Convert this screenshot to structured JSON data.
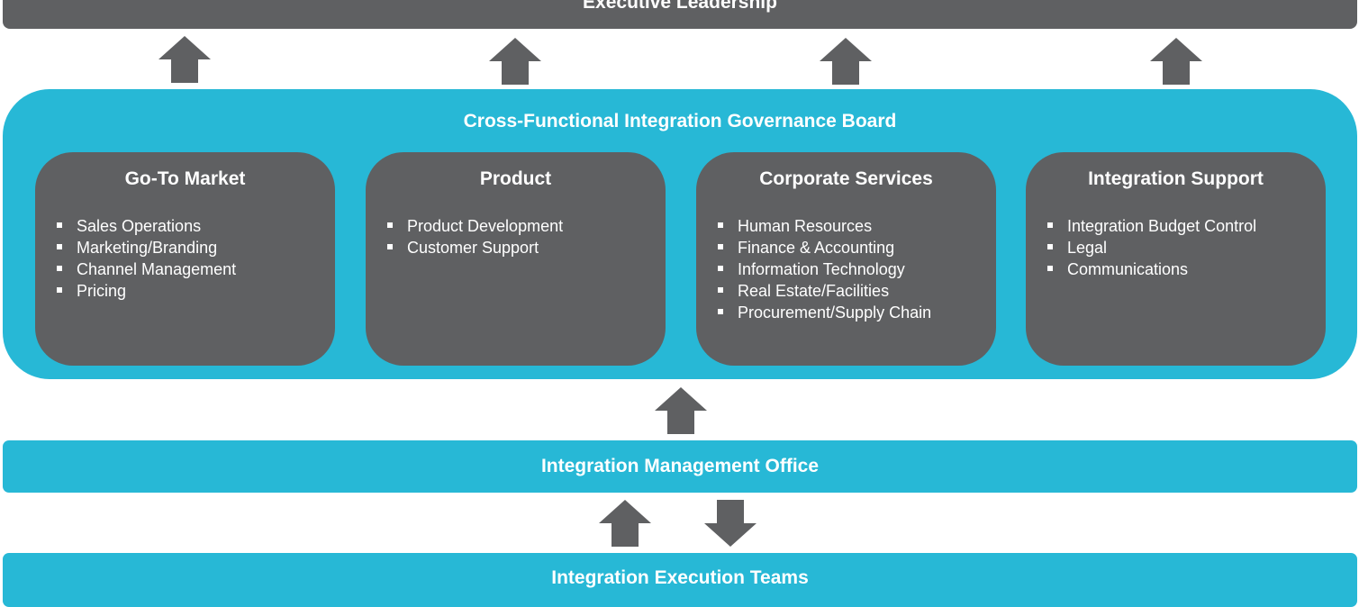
{
  "colors": {
    "gray": "#5f6062",
    "cyan": "#27b8d6"
  },
  "executive": {
    "title": "Executive Leadership"
  },
  "board": {
    "title": "Cross-Functional Integration Governance Board",
    "groups": [
      {
        "title": "Go-To Market",
        "items": [
          "Sales Operations",
          "Marketing/Branding",
          "Channel Management",
          "Pricing"
        ]
      },
      {
        "title": "Product",
        "items": [
          "Product Development",
          "Customer Support"
        ]
      },
      {
        "title": "Corporate Services",
        "items": [
          "Human Resources",
          "Finance & Accounting",
          "Information Technology",
          "Real Estate/Facilities",
          "Procurement/Supply Chain"
        ]
      },
      {
        "title": "Integration Support",
        "items": [
          "Integration Budget Control",
          "Legal",
          "Communications"
        ]
      }
    ]
  },
  "imo": {
    "title": "Integration Management Office"
  },
  "execution": {
    "title": "Integration Execution Teams"
  }
}
